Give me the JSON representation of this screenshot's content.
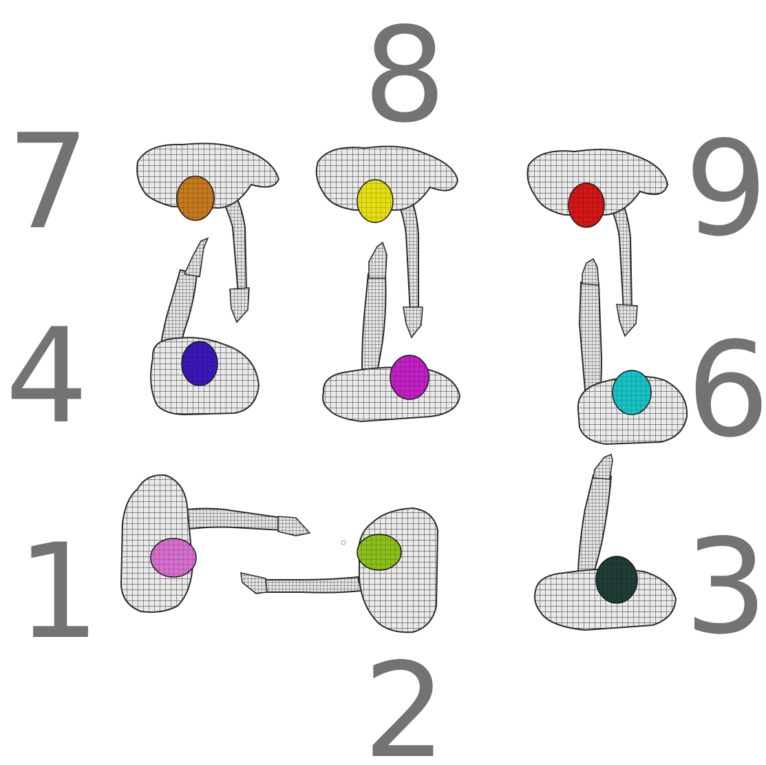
{
  "numbers": {
    "n1": "1",
    "n2": "2",
    "n3": "3",
    "n4": "4",
    "n6": "6",
    "n7": "7",
    "n8": "8",
    "n9": "9"
  },
  "colors": {
    "label": "#737373",
    "body_fill": "#e9e9e9",
    "mesh": "#2a2a2a",
    "head_1": "#d86fd0",
    "head_2": "#8bbf1a",
    "head_3": "#1f3d36",
    "head_4": "#3a17b8",
    "head_5": "#c21fc4",
    "head_6": "#18c3c6",
    "head_7": "#c67a1e",
    "head_8": "#e6e012",
    "head_9": "#d41616"
  }
}
